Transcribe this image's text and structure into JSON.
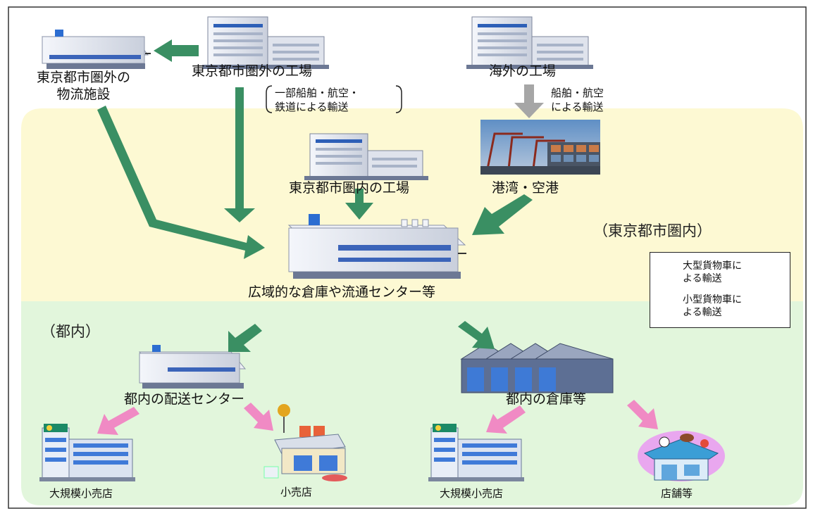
{
  "zones": {
    "metro_label": "（東京都市圏内）",
    "tokyo_label": "（都内）"
  },
  "nodes": {
    "outside_logistics": "東京都市圏外の\n物流施設",
    "outside_factory": "東京都市圏外の工場",
    "overseas_factory": "海外の工場",
    "inside_factory": "東京都市圏内の工場",
    "port_airport": "港湾・空港",
    "regional_warehouse": "広域的な倉庫や流通センター等",
    "delivery_center": "都内の配送センター",
    "tokyo_warehouse": "都内の倉庫等",
    "large_retail_1": "大規模小売店",
    "small_retail": "小売店",
    "large_retail_2": "大規模小売店",
    "stores": "店舗等"
  },
  "notes": {
    "rail_air_sea": "一部船舶・航空・\n鉄道による輸送",
    "ship_air": "船舶・航空\nによる輸送"
  },
  "legend": {
    "large_truck": "大型貨物車に\nよる輸送",
    "small_truck": "小型貨物車に\nよる輸送"
  },
  "colors": {
    "large_truck_arrow": "#3a8f63",
    "small_truck_arrow": "#f08ac4",
    "overseas_arrow": "#a6a6a6",
    "metro_zone": "#fdf9d3",
    "tokyo_zone": "#e2f6dc"
  }
}
